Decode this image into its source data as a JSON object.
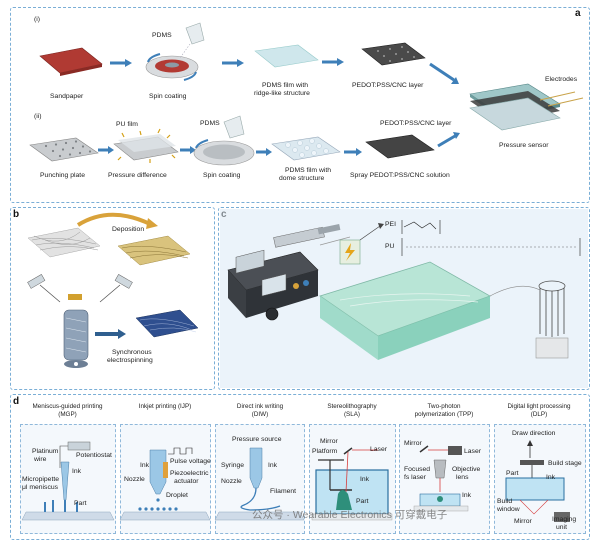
{
  "panel_a": {
    "tag": "a",
    "row1": {
      "index": "(i)",
      "sandpaper": "Sandpaper",
      "pdms": "PDMS",
      "spin_coating": "Spin coating",
      "pdms_film_1": "PDMS film with",
      "pdms_film_2": "ridge-like structure",
      "pedot_layer": "PEDOT:PSS/CNC layer"
    },
    "row2": {
      "index": "(ii)",
      "pu_film": "PU film",
      "punching_plate": "Punching plate",
      "pressure_difference": "Pressure difference",
      "pdms": "PDMS",
      "spin_coating": "Spin coating",
      "pdms_film_1": "PDMS film with",
      "pdms_film_2": "dome structure",
      "pedot_layer": "PEDOT:PSS/CNC layer",
      "spray": "Spray PEDOT:PSS/CNC solution"
    },
    "electrodes": "Electrodes",
    "pressure_sensor": "Pressure sensor"
  },
  "panel_b": {
    "tag": "b",
    "deposition": "Deposition",
    "synchronous_1": "Synchronous",
    "synchronous_2": "electrospinning"
  },
  "panel_c": {
    "tag": "c",
    "pei": "PEI",
    "pu": "PU"
  },
  "panel_d": {
    "tag": "d",
    "methods": [
      {
        "title_1": "Meniscus-guided printing",
        "title_2": "(MGP)"
      },
      {
        "title_1": "Inkjet printing (IJP)",
        "title_2": ""
      },
      {
        "title_1": "Direct ink writing",
        "title_2": "(DIW)"
      },
      {
        "title_1": "Stereolithography",
        "title_2": "(SLA)"
      },
      {
        "title_1": "Two-photon",
        "title_2": "polymerization (TPP)"
      },
      {
        "title_1": "Digital light processing",
        "title_2": "(DLP)"
      }
    ],
    "mgp": {
      "potentiostat": "Potentiostat",
      "platinum_1": "Platinum",
      "platinum_2": "wire",
      "ink": "Ink",
      "micropipette_1": "Micropipette",
      "micropipette_2": "μl meniscus",
      "part": "Part"
    },
    "ijp": {
      "ink": "Ink",
      "pulse": "Pulse voltage",
      "nozzle": "Nozzle",
      "piezo_1": "Piezoelectric",
      "piezo_2": "actuator",
      "droplet": "Droplet"
    },
    "diw": {
      "pressure": "Pressure source",
      "syringe": "Syringe",
      "ink": "Ink",
      "nozzle": "Nozzle",
      "filament": "Filament"
    },
    "sla": {
      "mirror": "Mirror",
      "platform": "Platform",
      "laser": "Laser",
      "ink": "Ink",
      "part": "Part"
    },
    "tpp": {
      "mirror": "Mirror",
      "laser": "Laser",
      "focused_1": "Focused",
      "focused_2": "fs laser",
      "objective_1": "Objective",
      "objective_2": "lens",
      "ink": "Ink"
    },
    "dlp": {
      "draw": "Draw direction",
      "build_stage": "Build stage",
      "part": "Part",
      "ink": "Ink",
      "build_window_1": "Build",
      "build_window_2": "window",
      "mirror": "Mirror",
      "imaging_1": "Imaging",
      "imaging_2": "unit"
    }
  },
  "watermark": "公众号 · Wearable Electronics 可穿戴电子"
}
